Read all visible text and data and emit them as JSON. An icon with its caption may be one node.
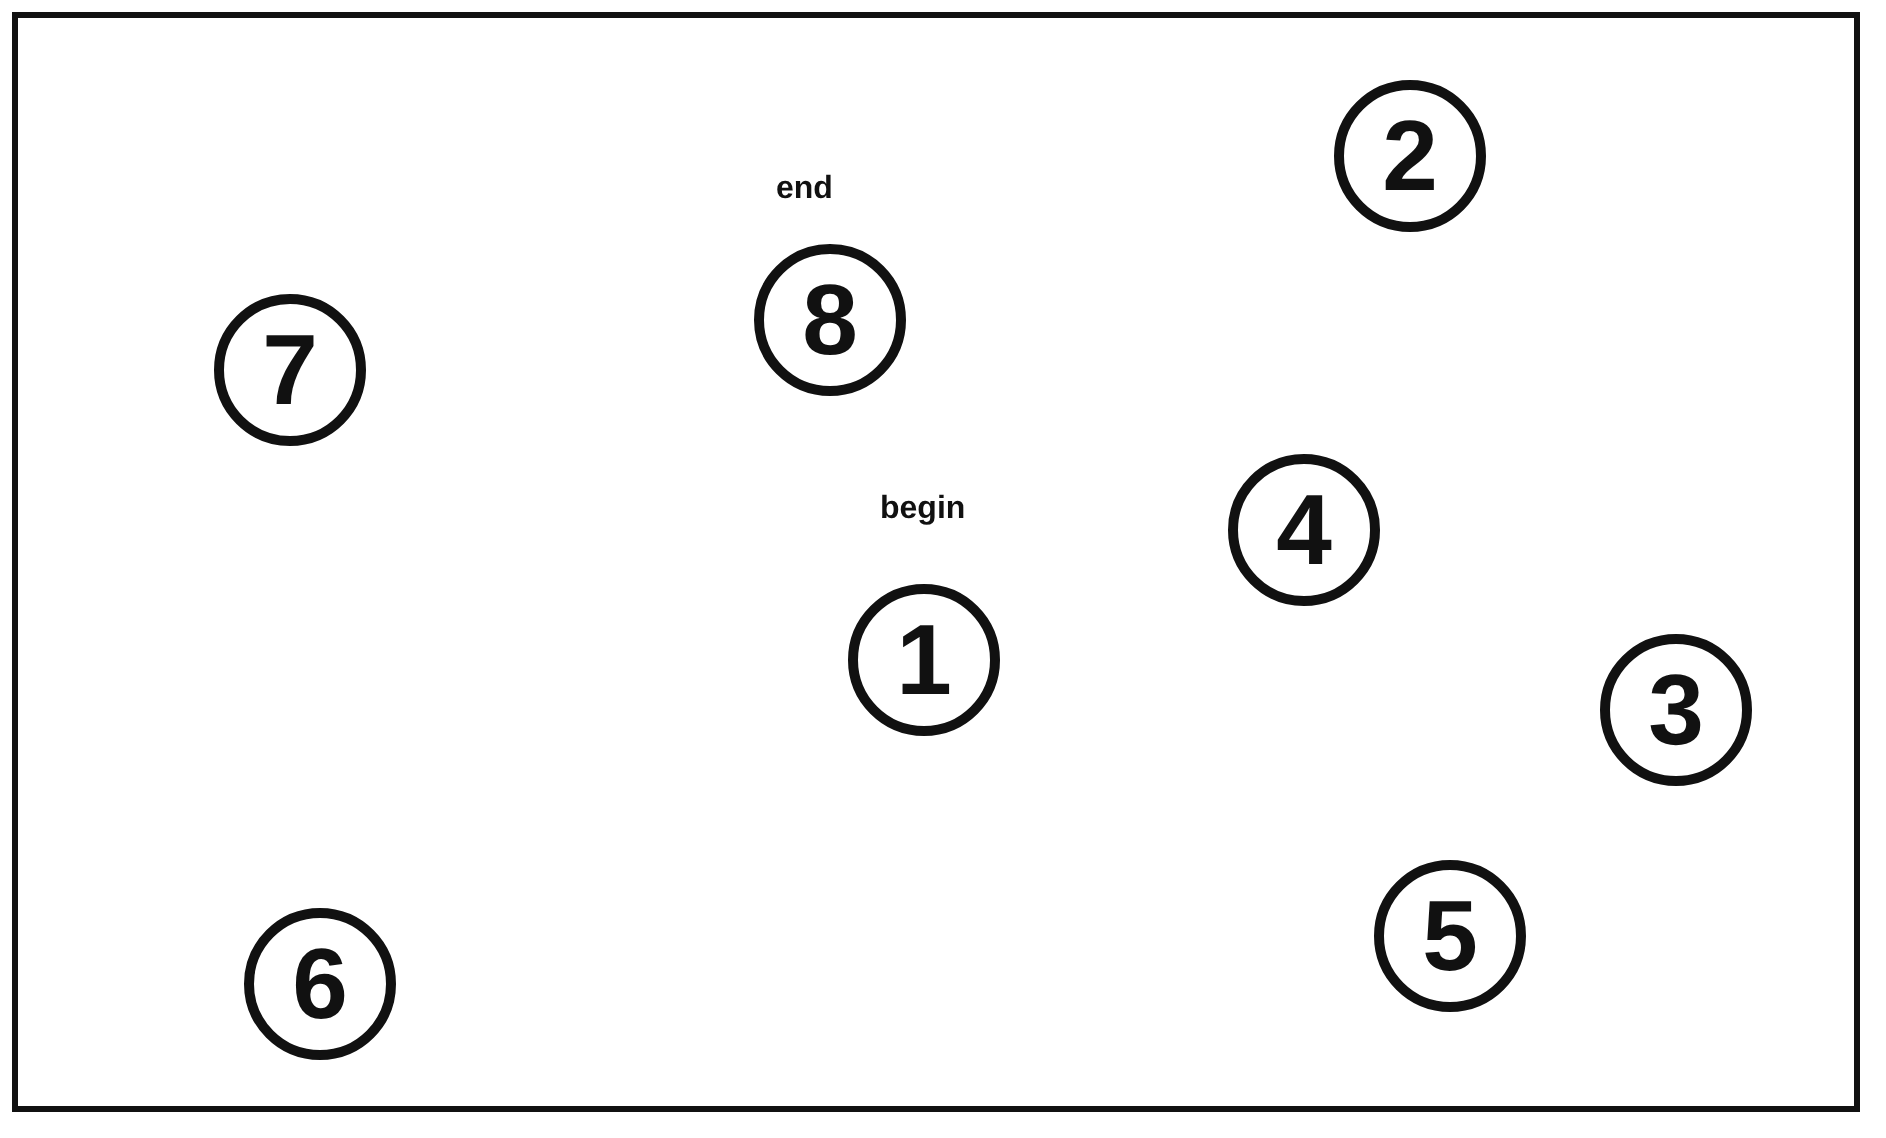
{
  "diagram": {
    "nodes": [
      {
        "text": [
          "7"
        ]
      },
      {
        "text": [
          "8"
        ],
        "beside": [
          "end"
        ]
      },
      {
        "text": [
          "2"
        ]
      },
      {
        "text": [
          "1"
        ],
        "beside": [
          "begin"
        ]
      },
      {
        "text": [
          "4"
        ]
      },
      {
        "text": [
          "3"
        ]
      },
      {
        "text": [
          "6"
        ]
      },
      {
        "text": [
          "5"
        ]
      }
    ]
  }
}
